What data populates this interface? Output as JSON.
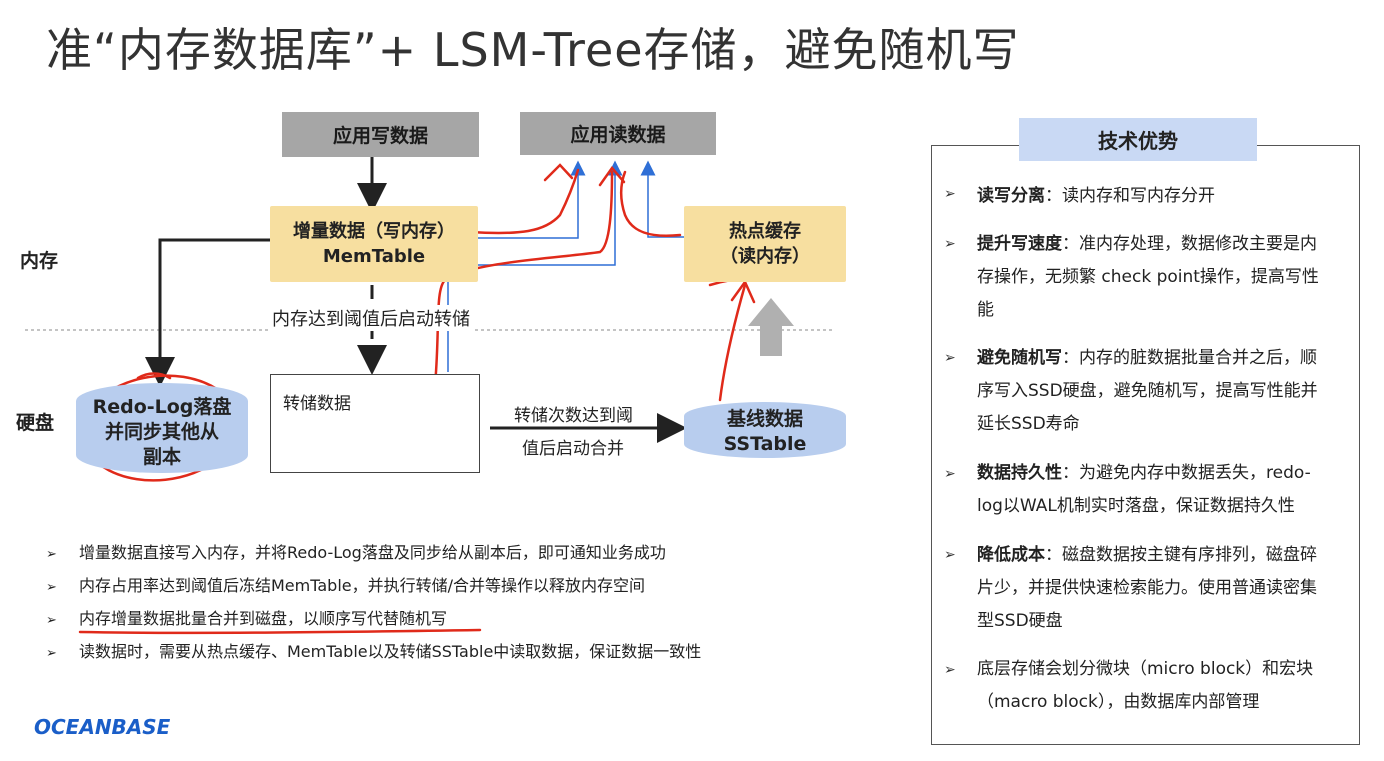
{
  "title": "准“内存数据库”+ LSM-Tree存储，避免随机写",
  "diagram": {
    "app_write": "应用写数据",
    "app_read": "应用读数据",
    "memtable_line1": "增量数据（写内存）",
    "memtable_line2": "MemTable",
    "hotcache_line1": "热点缓存",
    "hotcache_line2": "（读内存）",
    "row_memory": "内存",
    "row_disk": "硬盘",
    "threshold_dump": "内存达到阈值后启动转储",
    "dump_data": "转储数据",
    "merge_line1": "转储次数达到阈",
    "merge_line2": "值后启动合并",
    "redo_line1": "Redo-Log落盘",
    "redo_line2": "并同步其他从",
    "redo_line3": "副本",
    "sstable_line1": "基线数据",
    "sstable_line2": "SSTable"
  },
  "bullets": [
    "增量数据直接写入内存，并将Redo-Log落盘及同步给从副本后，即可通知业务成功",
    "内存占用率达到阈值后冻结MemTable，并执行转储/合并等操作以释放内存空间",
    "内存增量数据批量合并到磁盘，以顺序写代替随机写",
    "读数据时，需要从热点缓存、MemTable以及转储SSTable中读取数据，保证数据一致性"
  ],
  "advantages": {
    "title": "技术优势",
    "items": [
      {
        "head": "读写分离",
        "lines": [
          "：读内存和写内存分开"
        ]
      },
      {
        "head": "提升写速度",
        "lines": [
          "：准内存处理，数据修改主要是内",
          "存操作，无频繁 check point操作，提高写性",
          "能"
        ]
      },
      {
        "head": "避免随机写",
        "lines": [
          "：内存的脏数据批量合并之后，顺",
          "序写入SSD硬盘，避免随机写，提高写性能并",
          "延长SSD寿命"
        ]
      },
      {
        "head": "数据持久性",
        "lines": [
          "：为避免内存中数据丢失，redo-",
          "log以WAL机制实时落盘，保证数据持久性"
        ]
      },
      {
        "head": "降低成本",
        "lines": [
          "：磁盘数据按主键有序排列，磁盘碎",
          "片少，并提供快速检索能力。使用普通读密集",
          "型SSD硬盘"
        ]
      },
      {
        "head": "",
        "lines": [
          "底层存储会划分微块（micro block）和宏块",
          "（macro block），由数据库内部管理"
        ]
      }
    ]
  },
  "logo": "OCEANBASE",
  "colors": {
    "accent_blue": "#2f6fd6",
    "annotation_red": "#e02a1a",
    "scroll_yellow": "#f7dfa0",
    "cylinder_blue": "#b8cdee"
  }
}
